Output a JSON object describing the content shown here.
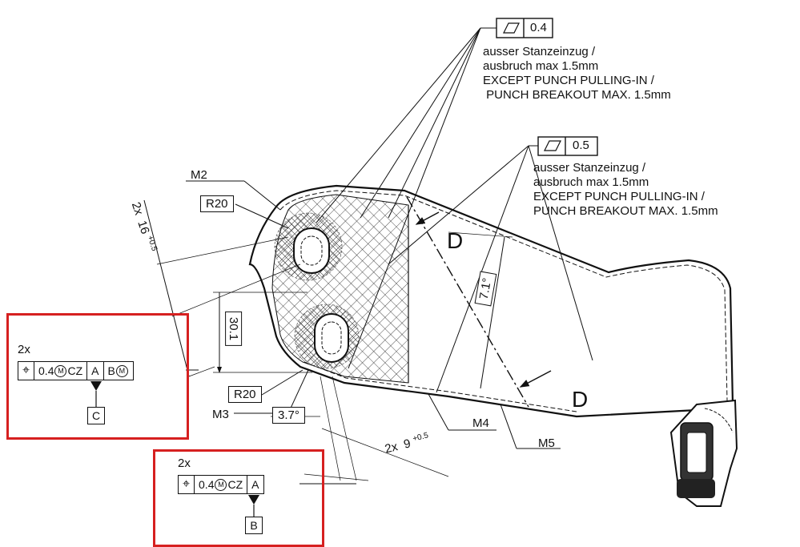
{
  "flatness_top": {
    "value": "0.4",
    "notes": [
      "ausser Stanzeinzug /",
      "ausbruch max 1.5mm",
      "EXCEPT PUNCH PULLING-IN /",
      " PUNCH BREAKOUT MAX. 1.5mm"
    ]
  },
  "flatness_mid": {
    "value": "0.5",
    "notes": [
      "ausser Stanzeinzug /",
      "ausbruch max 1.5mm",
      "EXCEPT PUNCH PULLING-IN /",
      "PUNCH BREAKOUT MAX. 1.5mm"
    ]
  },
  "labels": {
    "m2": "M2",
    "m3": "M3",
    "m4": "M4",
    "m5": "M5",
    "r20_top": "R20",
    "r20_bottom": "R20",
    "d_top": "D",
    "d_bottom": "D",
    "dim_30_1": "30.1",
    "angle_7_1": "7.1°",
    "angle_3_7": "3.7°",
    "dim_16_prefix": "2x",
    "dim_16_value": "16",
    "dim_16_tol": "+0.5",
    "dim_9_prefix": "2x",
    "dim_9_value": "9",
    "dim_9_tol": "+0.5"
  },
  "fcf_left": {
    "count": "2x",
    "tolerance": "0.4",
    "modifier": "M",
    "zone": "CZ",
    "datum_a": "A",
    "datum_b": "B",
    "datum_b_mod": "M",
    "datum_label": "C"
  },
  "fcf_bottom": {
    "count": "2x",
    "tolerance": "0.4",
    "modifier": "M",
    "zone": "CZ",
    "datum_a": "A",
    "datum_label": "B"
  },
  "colors": {
    "highlight": "#d62020",
    "line": "#111111"
  }
}
